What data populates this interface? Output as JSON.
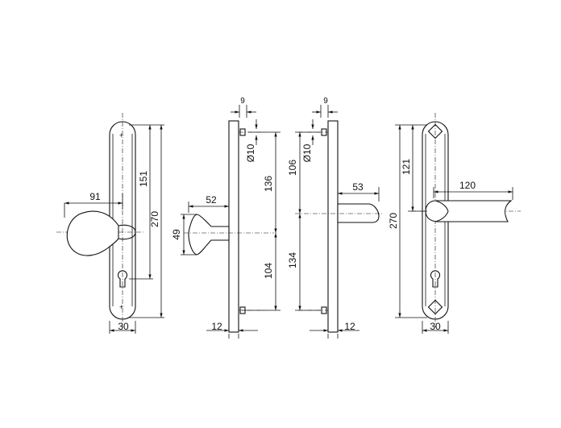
{
  "views": {
    "front_knob": {
      "dims": {
        "knob_projection": "91",
        "to_cylinder": "151",
        "plate_length": "270",
        "plate_width": "30"
      }
    },
    "side_knob": {
      "dims": {
        "spindle_offset": "9",
        "pin_diameter": "Ø10",
        "upper": "136",
        "lower": "104",
        "knob_depth": "52",
        "knob_height": "49",
        "plate_thickness": "12"
      }
    },
    "side_lever": {
      "dims": {
        "spindle_offset": "9",
        "pin_diameter": "Ø10",
        "upper": "106",
        "lower": "134",
        "lever_depth": "53",
        "plate_thickness": "12"
      }
    },
    "front_lever": {
      "dims": {
        "plate_length": "270",
        "to_cylinder": "121",
        "lever_length": "120",
        "plate_width": "30"
      }
    }
  }
}
